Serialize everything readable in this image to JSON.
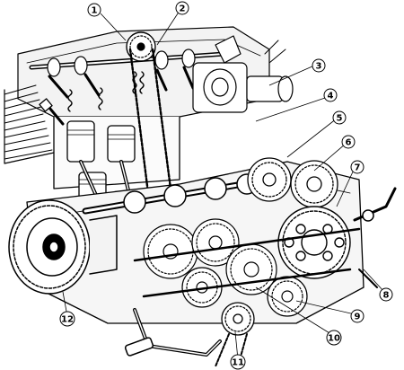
{
  "diagram": {
    "type": "cutaway engine illustration",
    "ink_color": "#000000",
    "paper_color": "#ffffff",
    "callouts": [
      {
        "id": "c1",
        "label": "1"
      },
      {
        "id": "c2",
        "label": "2"
      },
      {
        "id": "c3",
        "label": "3"
      },
      {
        "id": "c4",
        "label": "4"
      },
      {
        "id": "c5",
        "label": "5"
      },
      {
        "id": "c6",
        "label": "6"
      },
      {
        "id": "c7",
        "label": "7"
      },
      {
        "id": "c8",
        "label": "8"
      },
      {
        "id": "c9",
        "label": "9"
      },
      {
        "id": "c10",
        "label": "10"
      },
      {
        "id": "c11",
        "label": "11"
      },
      {
        "id": "c12",
        "label": "12"
      }
    ]
  }
}
